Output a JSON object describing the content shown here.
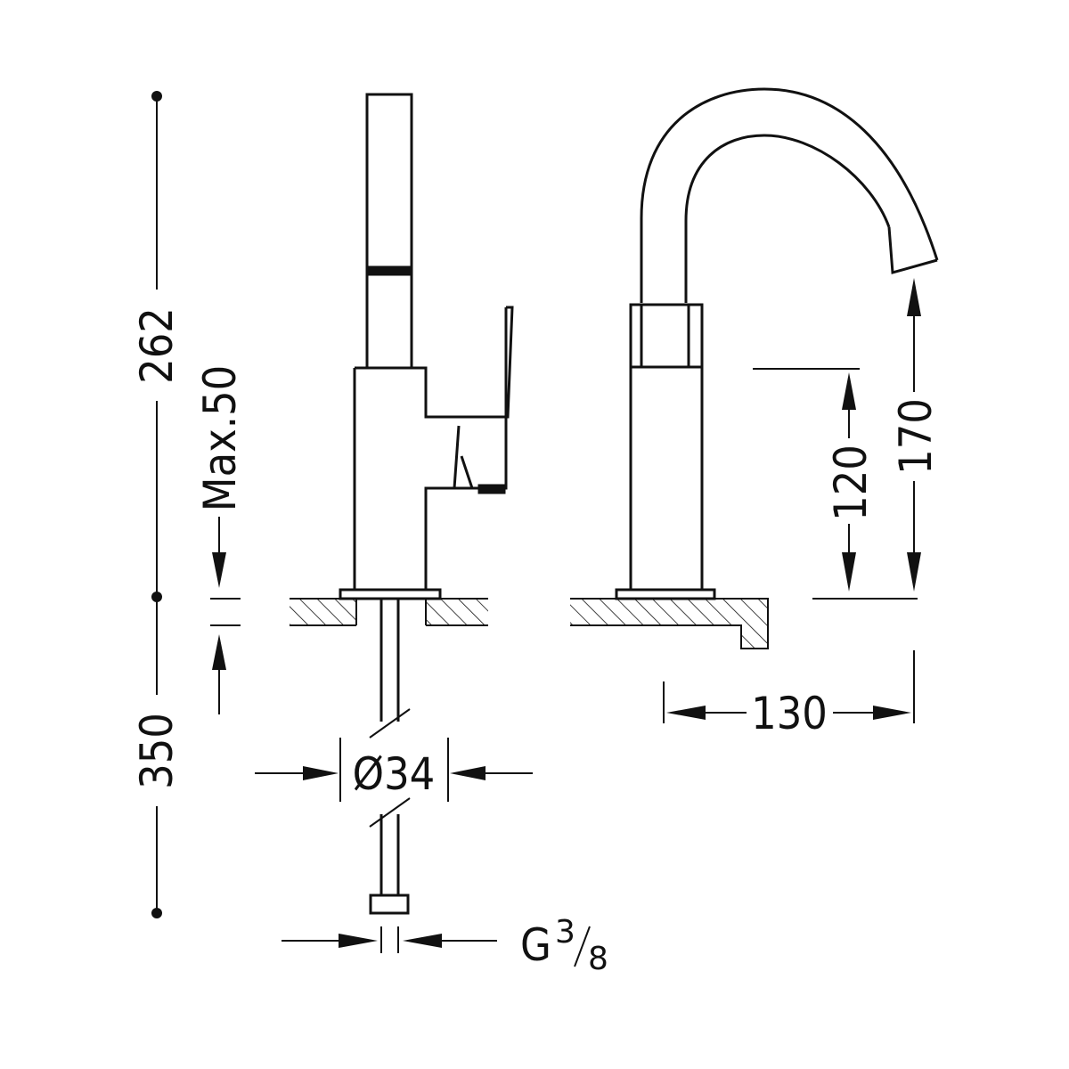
{
  "dimensions": {
    "total_height": "262",
    "max_counter_thickness": "Max.50",
    "hose_length": "350",
    "base_diameter": "Ø34",
    "connection_prefix": "G",
    "connection_num": "3",
    "connection_den": "8",
    "spout_reach": "130",
    "handle_height": "120",
    "spout_height": "170"
  }
}
